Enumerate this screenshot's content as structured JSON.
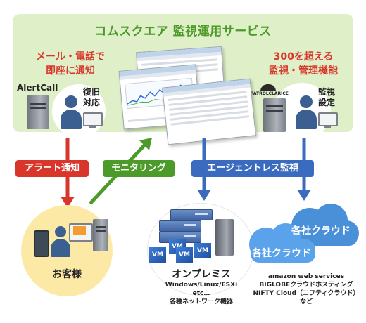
{
  "header": {
    "title": "コムスクエア 監視運用サービス"
  },
  "left_box": {
    "heading_line1": "メール・電話で",
    "heading_line2": "即座に通知",
    "product_label": "AlertCall",
    "action_line1": "復旧",
    "action_line2": "対応"
  },
  "right_box": {
    "heading_line1": "300を超える",
    "heading_line2": "監視・管理機能",
    "brand_label": "PATROLCLARICE",
    "action_line1": "監視",
    "action_line2": "設定"
  },
  "arrows": {
    "alert": "アラート通知",
    "monitoring": "モニタリング",
    "agentless": "エージェントレス監視"
  },
  "customer": {
    "label": "お客様"
  },
  "onpremise": {
    "title": "オンプレミス",
    "line1": "Windows/Linux/ESXi",
    "line2": "etc…",
    "line3": "各種ネットワーク機器",
    "vm_label": "VM"
  },
  "cloud": {
    "back_label": "各社クラウド",
    "front_label": "各社クラウド",
    "line1": "amazon web services",
    "line2": "BIGLOBEクラウドホスティング",
    "line3": "NIFTY Cloud（ニフティクラウド）",
    "line4": "など"
  },
  "colors": {
    "green": "#4c9a2a",
    "red": "#d9362b",
    "blue": "#3b6bbf",
    "panel": "#dff0c8"
  }
}
